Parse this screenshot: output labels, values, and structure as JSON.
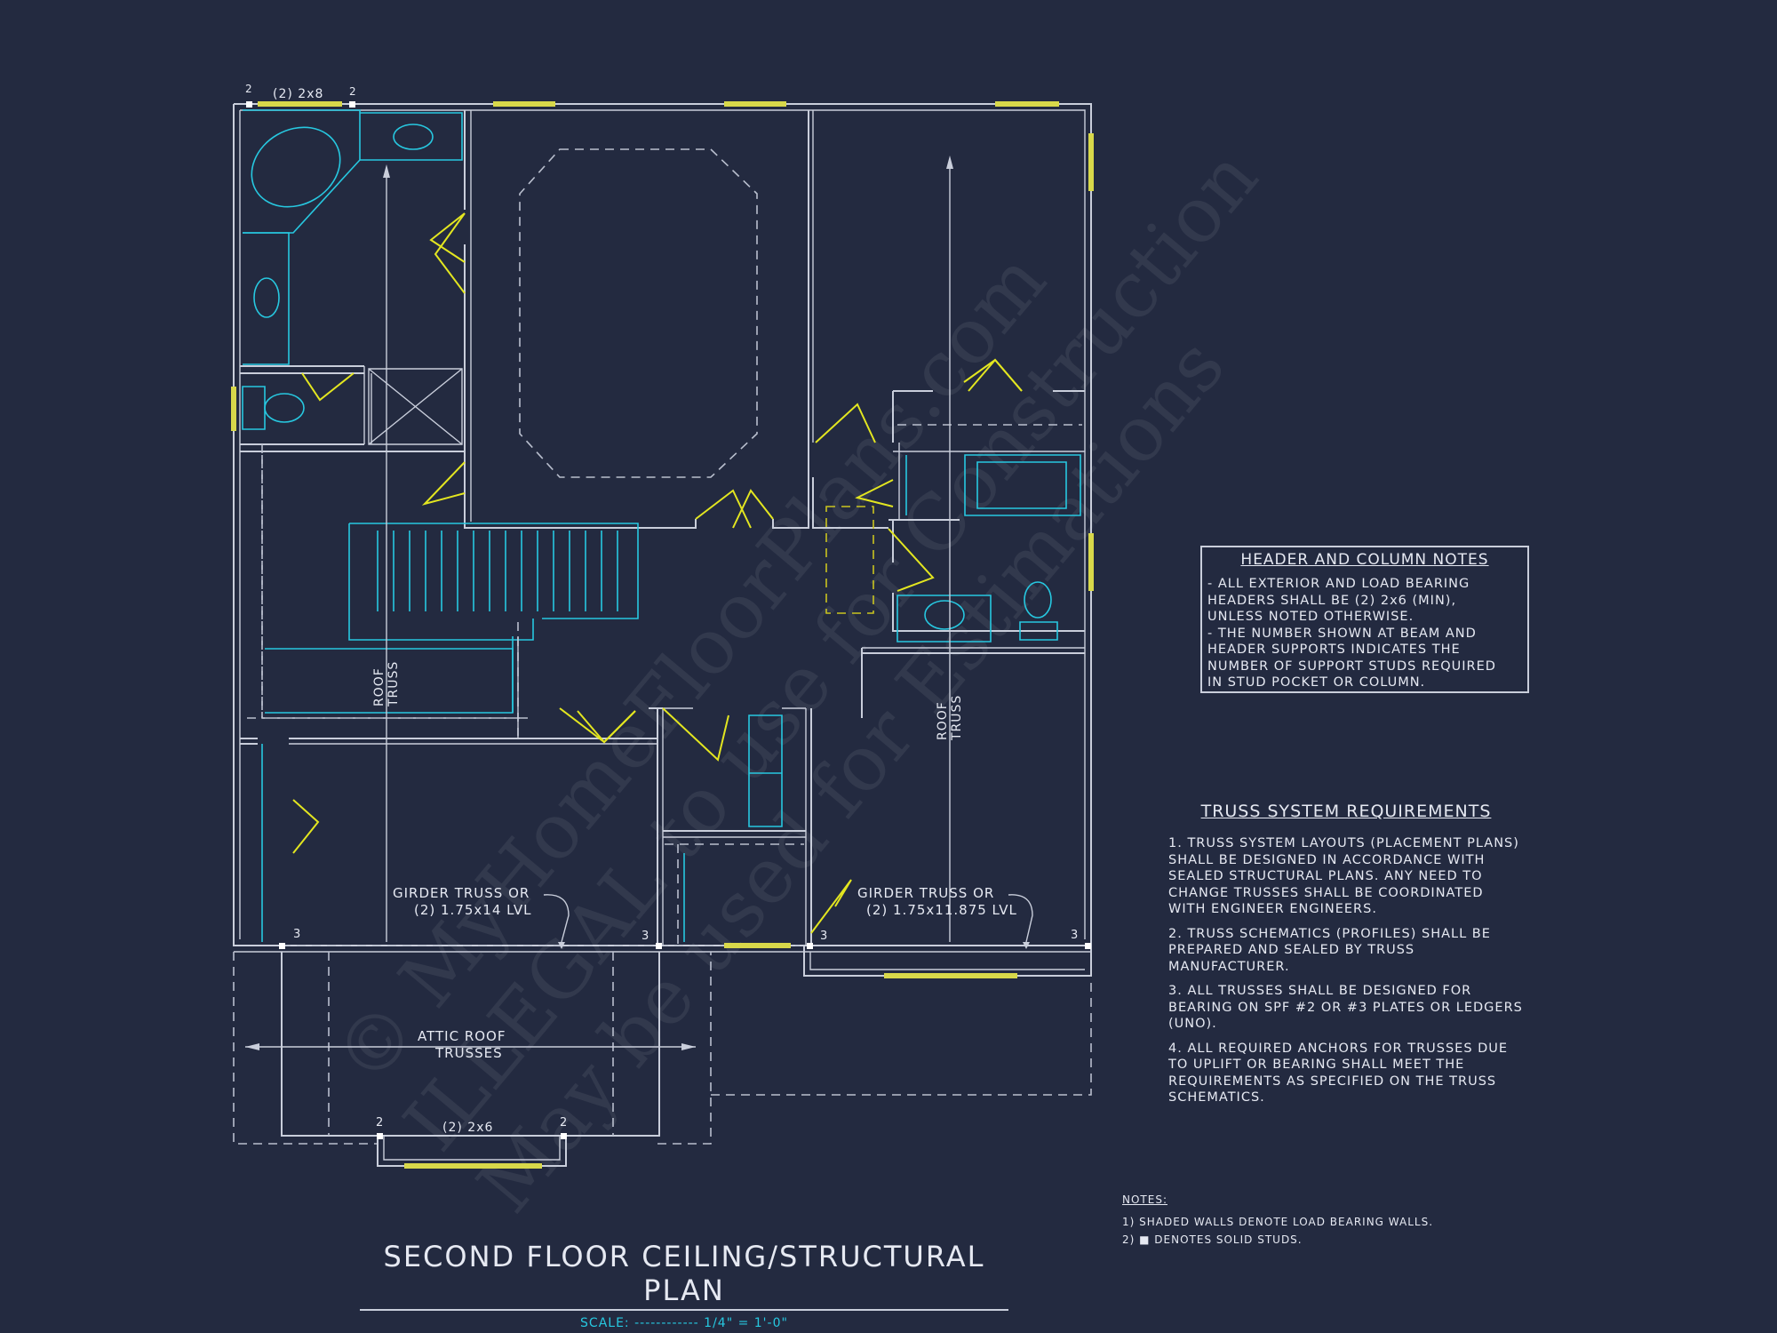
{
  "labels": {
    "top_header": "(2) 2x8",
    "bottom_header": "(2) 2x6",
    "roof_truss_line1": "ROOF",
    "roof_truss_line2": "TRUSS",
    "girder_left_line1": "GIRDER TRUSS OR",
    "girder_left_line2": "(2) 1.75x14 LVL",
    "girder_right_line1": "GIRDER TRUSS OR",
    "girder_right_line2": "(2) 1.75x11.875 LVL",
    "attic_line1": "ATTIC ROOF",
    "attic_line2": "TRUSSES",
    "stud_2": "2",
    "stud_3": "3"
  },
  "header_notes": {
    "title": "HEADER AND COLUMN NOTES",
    "lines": [
      "- ALL EXTERIOR AND LOAD BEARING",
      "HEADERS SHALL BE (2) 2x6 (MIN),",
      "UNLESS NOTED OTHERWISE.",
      "- THE NUMBER SHOWN AT BEAM AND",
      "HEADER SUPPORTS INDICATES THE",
      "NUMBER OF SUPPORT STUDS REQUIRED",
      "IN STUD POCKET OR COLUMN."
    ]
  },
  "truss_requirements": {
    "title": "TRUSS SYSTEM REQUIREMENTS",
    "items": [
      [
        "1. TRUSS SYSTEM LAYOUTS (PLACEMENT PLANS)",
        "SHALL BE DESIGNED IN ACCORDANCE WITH",
        "SEALED STRUCTURAL PLANS. ANY NEED TO",
        "CHANGE TRUSSES SHALL BE COORDINATED",
        "WITH ENGINEER ENGINEERS."
      ],
      [
        "2. TRUSS SCHEMATICS (PROFILES) SHALL BE",
        "PREPARED AND SEALED BY TRUSS",
        "MANUFACTURER."
      ],
      [
        "3. ALL TRUSSES SHALL BE DESIGNED FOR",
        "BEARING ON SPF #2 OR #3 PLATES OR LEDGERS",
        "(UNO)."
      ],
      [
        "4. ALL REQUIRED ANCHORS FOR TRUSSES DUE",
        "TO UPLIFT OR BEARING SHALL MEET THE",
        "REQUIREMENTS AS SPECIFIED ON THE TRUSS",
        "SCHEMATICS."
      ]
    ]
  },
  "notes": {
    "title": "NOTES:",
    "lines": [
      "1) SHADED WALLS DENOTE LOAD BEARING WALLS.",
      "2) ■ DENOTES SOLID STUDS."
    ]
  },
  "title_block": {
    "title": "SECOND FLOOR CEILING/STRUCTURAL PLAN",
    "scale": "SCALE: ------------ 1/4\" = 1'-0\""
  },
  "watermark": {
    "line1": "© MyHomeFloorPlans.com",
    "line2": "ILLEGAL to use for Construction",
    "line3": "May be used for Estimations"
  }
}
